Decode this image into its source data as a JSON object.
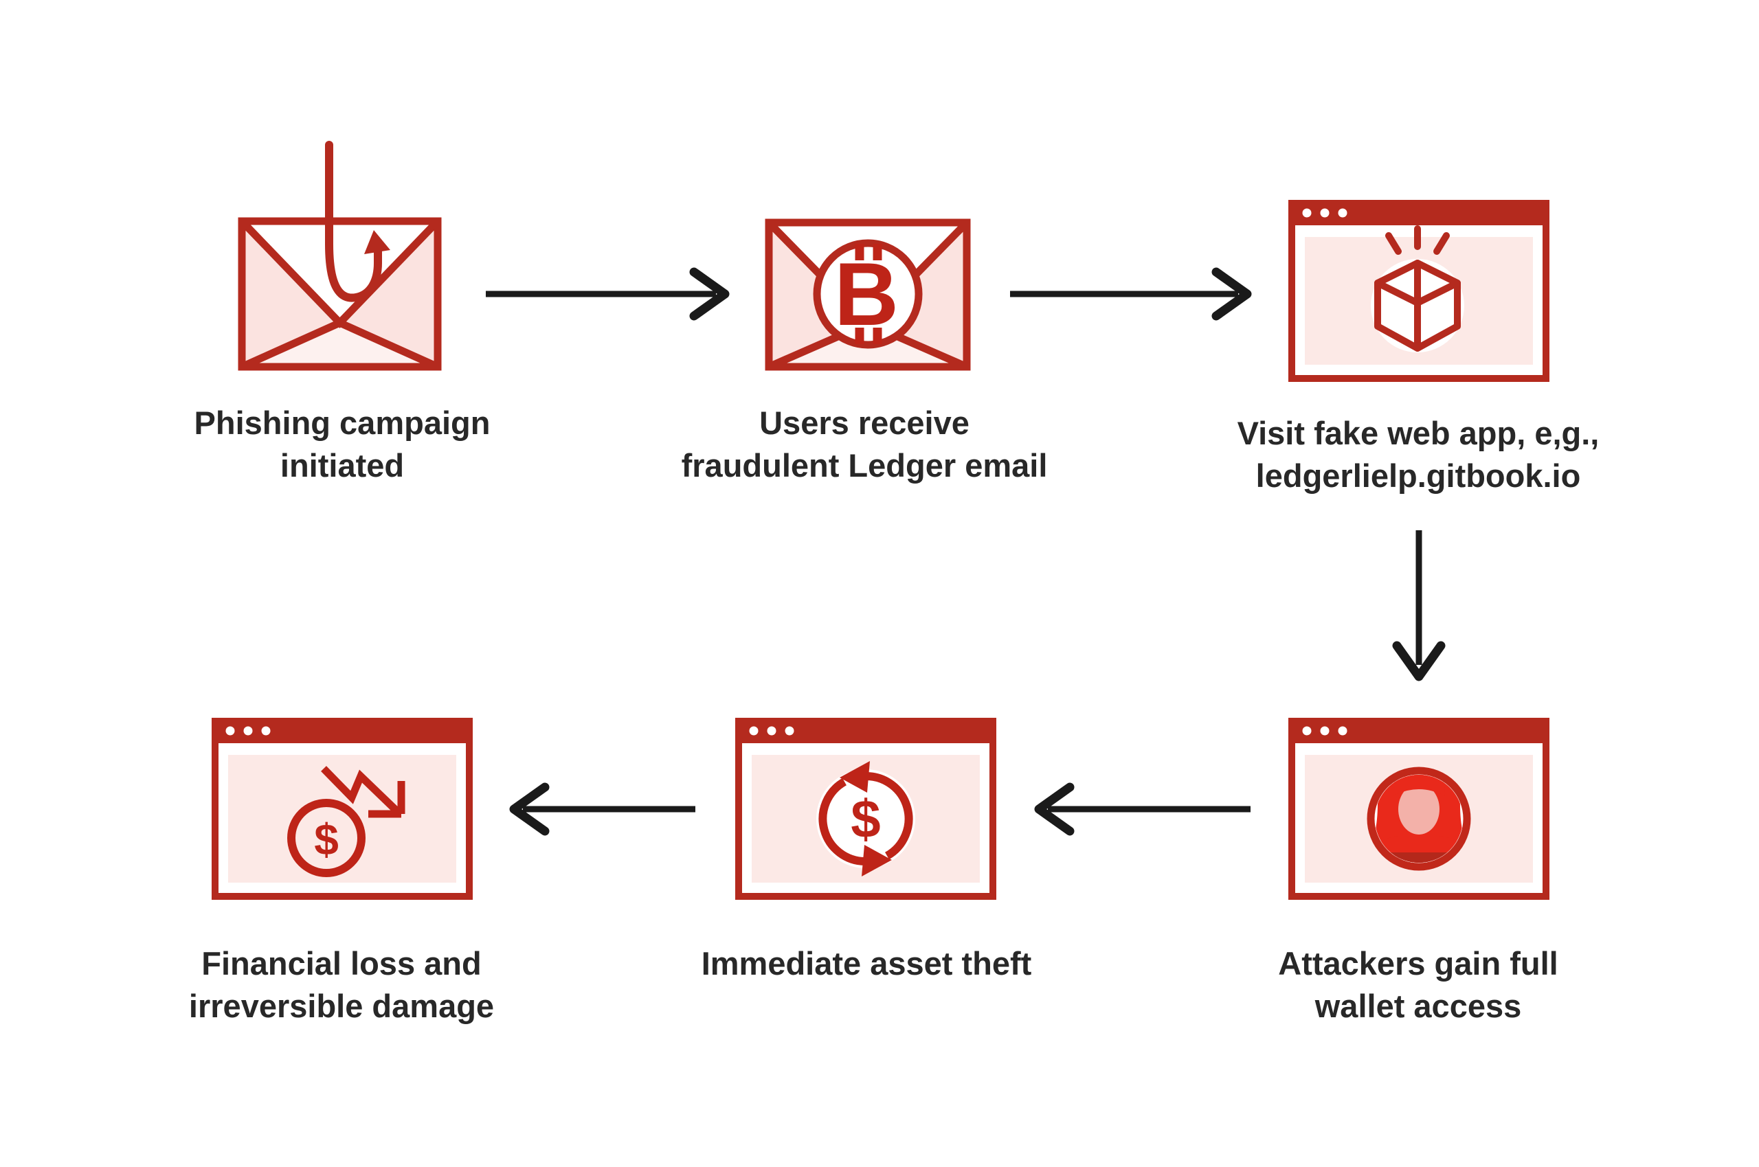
{
  "colors": {
    "background": "#ffffff",
    "red_frame": "#B42A1E",
    "red_bright": "#E9291B",
    "red_icon": "#BE2418",
    "pink_content": "#FCE9E6",
    "pink_flap": "#FBE3E0",
    "pink_flap_light": "#FDF1EF",
    "face_pink": "#F3B1A9",
    "arrow_black": "#1A1A1A",
    "text": "#282828"
  },
  "icons": {
    "bitcoin_symbol": "B",
    "dollar_symbol": "$"
  },
  "flow": {
    "nodes": [
      {
        "id": "phishing-campaign",
        "icon": "envelope-hook-icon",
        "label_line1": "Phishing campaign",
        "label_line2": "initiated"
      },
      {
        "id": "fraudulent-email",
        "icon": "envelope-bitcoin-icon",
        "label_line1": "Users receive",
        "label_line2": "fraudulent Ledger email"
      },
      {
        "id": "fake-web-app",
        "icon": "browser-box-icon",
        "label_line1": "Visit fake web app, e,g.,",
        "label_line2": "ledgerlielp.gitbook.io"
      },
      {
        "id": "wallet-access",
        "icon": "browser-hacker-icon",
        "label_line1": "Attackers gain full",
        "label_line2": "wallet access"
      },
      {
        "id": "asset-theft",
        "icon": "browser-dollar-cycle-icon",
        "label_line1": "Immediate asset theft",
        "label_line2": ""
      },
      {
        "id": "financial-loss",
        "icon": "browser-dollar-decline-icon",
        "label_line1": "Financial loss and",
        "label_line2": "irreversible damage"
      }
    ],
    "arrows": [
      {
        "from": "phishing-campaign",
        "to": "fraudulent-email",
        "direction": "right"
      },
      {
        "from": "fraudulent-email",
        "to": "fake-web-app",
        "direction": "right"
      },
      {
        "from": "fake-web-app",
        "to": "wallet-access",
        "direction": "down"
      },
      {
        "from": "wallet-access",
        "to": "asset-theft",
        "direction": "left"
      },
      {
        "from": "asset-theft",
        "to": "financial-loss",
        "direction": "left"
      }
    ]
  }
}
